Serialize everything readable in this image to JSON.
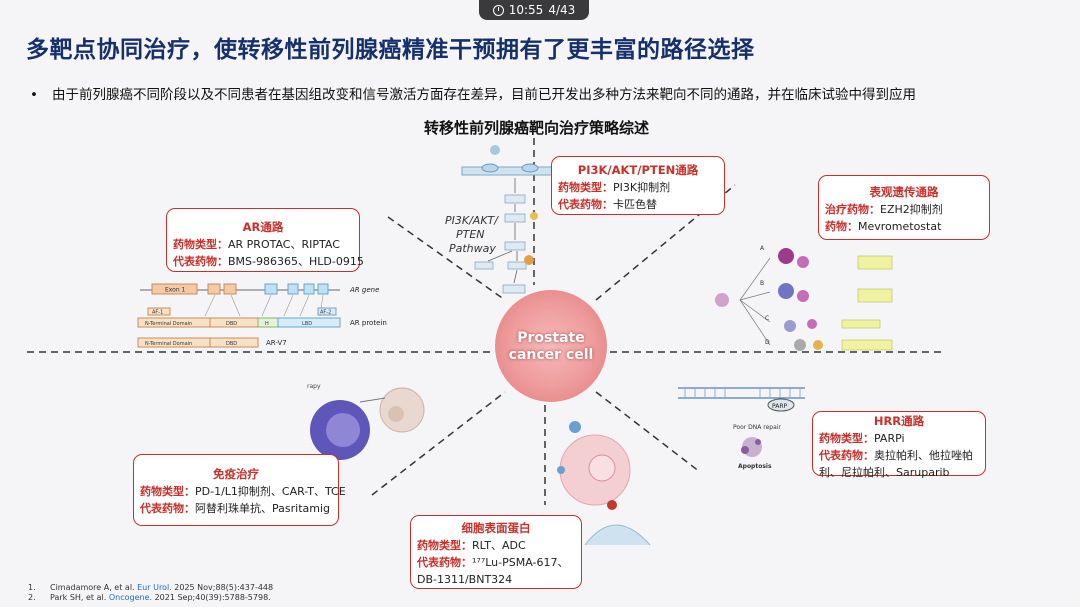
{
  "status_bar": {
    "time": "10:55",
    "page": "4/43"
  },
  "title": "多靶点协同治疗，使转移性前列腺癌精准干预拥有了更丰富的路径选择",
  "bullet": {
    "symbol": "•",
    "text": "由于前列腺癌不同阶段以及不同患者在基因组改变和信号激活方面存在差异，目前已开发出多种方法来靶向不同的通路，并在临床试验中得到应用"
  },
  "diagram": {
    "title": "转移性前列腺癌靶向治疗策略综述",
    "center_label_1": "Prostate",
    "center_label_2": "cancer cell",
    "ar_labels": {
      "gene": "AR gene",
      "protein": "AR protein",
      "v7": "AR-V7",
      "exon1": "Exon 1",
      "ntd": "N-Terminal Domain",
      "dbd": "DBD",
      "h": "H",
      "lbd": "LBD",
      "af1": "AF-1",
      "af2": "AF-2"
    },
    "pi3k_labels": {
      "pathway_1": "PI3K/AKT/",
      "pathway_2": "PTEN",
      "pathway_3": "Pathway"
    },
    "hrr_labels": {
      "parp": "PARP",
      "repair": "Poor DNA repair",
      "apoptosis": "Apoptosis"
    },
    "immune_labels": {
      "rapy": "rapy"
    },
    "epi_labels": {
      "a": "A",
      "b": "B",
      "c": "C",
      "d": "D"
    }
  },
  "boxes": {
    "ar": {
      "title": "AR通路",
      "type_key": "药物类型：",
      "type_val": "AR PROTAC、RIPTAC",
      "drug_key": "代表药物：",
      "drug_val": "BMS-986365、HLD-0915"
    },
    "pi3k": {
      "title": "PI3K/AKT/PTEN通路",
      "type_key": "药物类型：",
      "type_val": "PI3K抑制剂",
      "drug_key": "代表药物：",
      "drug_val": "卡匹色替"
    },
    "epi": {
      "title": "表观遗传通路",
      "type_key": "治疗药物：",
      "type_val": "EZH2抑制剂",
      "drug_key": "药物：",
      "drug_val": "Mevrometostat"
    },
    "hrr": {
      "title": "HRR通路",
      "type_key": "药物类型：",
      "type_val": "PARPi",
      "drug_key": "代表药物：",
      "drug_val": "奥拉帕利、他拉唑帕",
      "drug_val_2": "利、尼拉帕利、Saruparib"
    },
    "immune": {
      "title": "免疫治疗",
      "type_key": "药物类型：",
      "type_val": "PD-1/L1抑制剂、CAR-T、TCE",
      "drug_key": "代表药物：",
      "drug_val": "阿替利珠单抗、Pasritamig"
    },
    "surface": {
      "title": "细胞表面蛋白",
      "type_key": "药物类型：",
      "type_val": "RLT、ADC",
      "drug_key": "代表药物：",
      "drug_val": "¹⁷⁷Lu-PSMA-617、",
      "drug_val_2": "DB-1311/BNT324"
    }
  },
  "references": [
    {
      "num": "1.",
      "text": "Cimadamore A, et al. ",
      "journal": "Eur Urol.",
      "cite": " 2025 Nov;88(5):437-448"
    },
    {
      "num": "2.",
      "text": "Park SH, et al. ",
      "journal": "Oncogene.",
      "cite": " 2021 Sep;40(39):5788-5798."
    }
  ],
  "colors": {
    "title": "#16306b",
    "accent_red": "#c9302c",
    "background": "#f5f5f7"
  }
}
